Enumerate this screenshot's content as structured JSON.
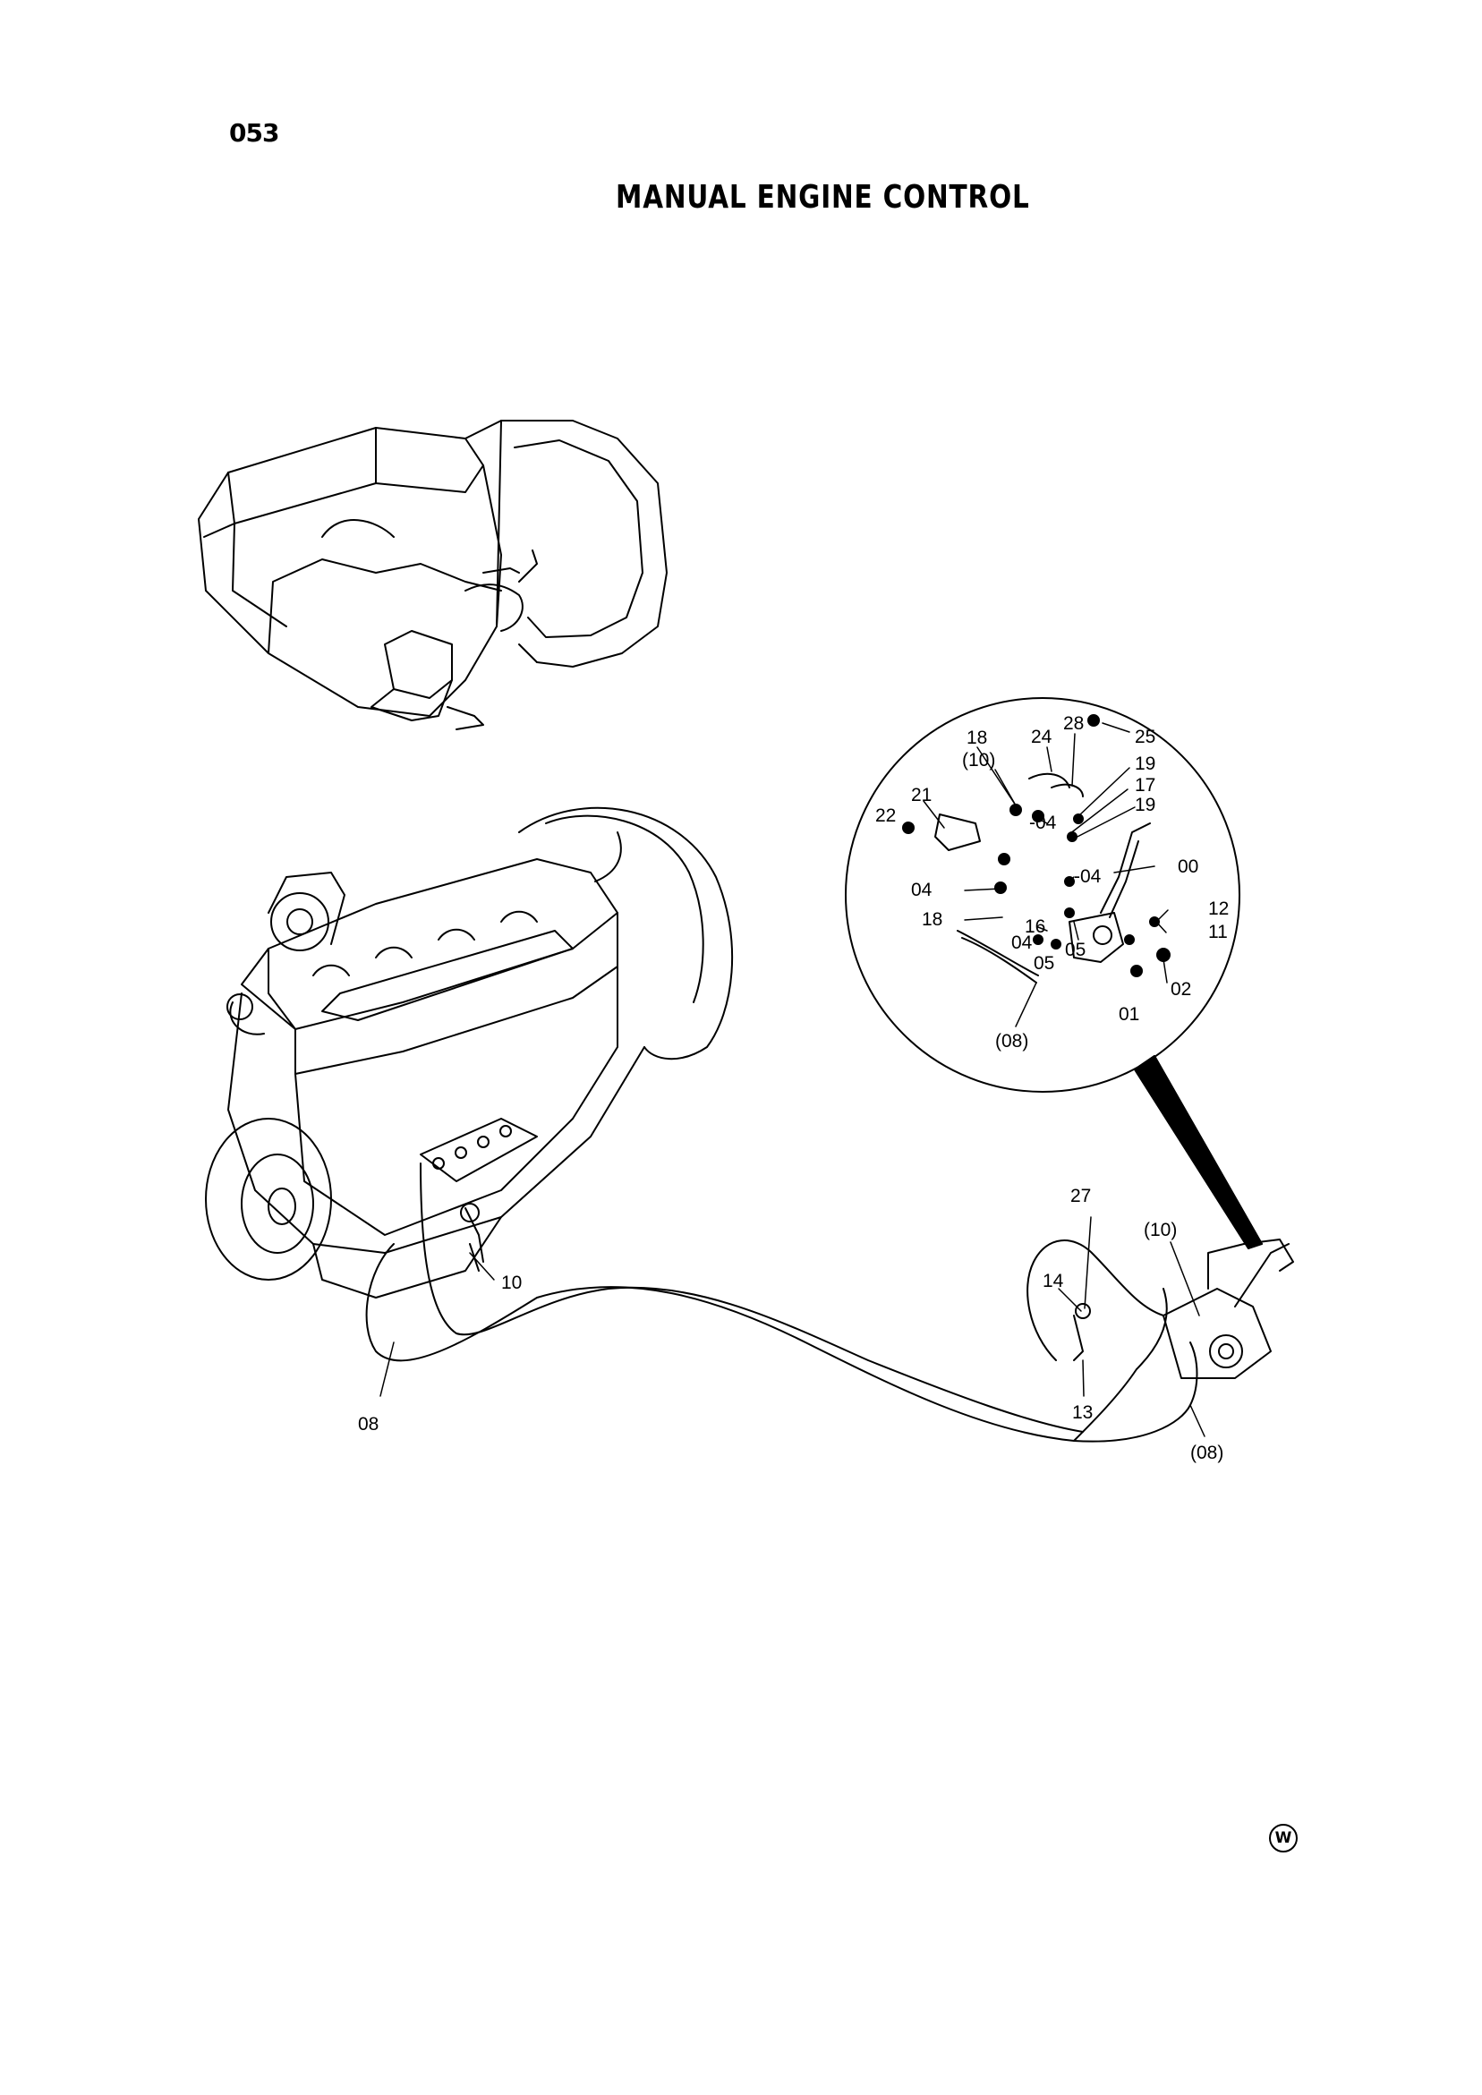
{
  "page": {
    "number": "053",
    "title": "MANUAL ENGINE CONTROL",
    "mark": "W"
  },
  "callouts": {
    "c18a": "18",
    "c10a": "(10)",
    "c24": "24",
    "c28": "28",
    "c25": "25",
    "c19a": "19",
    "c17": "17",
    "c19b": "19",
    "c21": "21",
    "c22": "22",
    "c04a": "-04",
    "c04b": "04",
    "c04c": "-04",
    "c00": "00",
    "c18b": "18",
    "c16": "16",
    "c04d": "04",
    "c05a": "05",
    "c05b": "05",
    "c12": "12",
    "c11": "11",
    "c02": "02",
    "c01": "01",
    "c08a": "(08)",
    "c27": "27",
    "c10b": "(10)",
    "c14": "14",
    "c13": "13",
    "c08b": "(08)",
    "c10c": "10",
    "c08c": "08"
  }
}
